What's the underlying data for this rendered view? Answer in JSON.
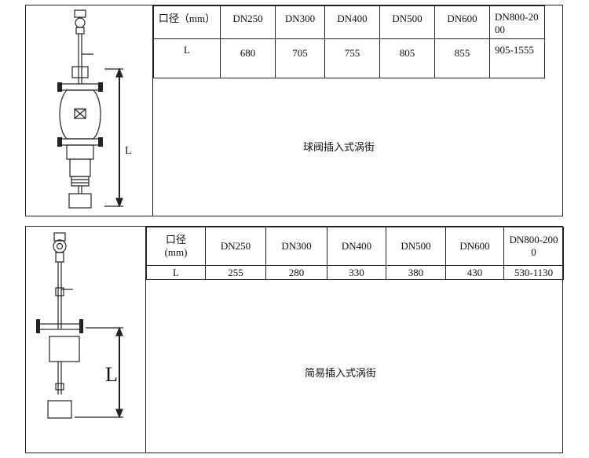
{
  "panel1": {
    "label_L": "L",
    "header": [
      "口径（mm）",
      "DN250",
      "DN300",
      "DN400",
      "DN500",
      "DN600",
      "DN800-2000"
    ],
    "row": [
      "L",
      "680",
      "705",
      "755",
      "805",
      "855",
      "905-1555"
    ],
    "caption": "球阀插入式涡街"
  },
  "panel2": {
    "label_L": "L",
    "header": [
      "口径\n(mm)",
      "DN250",
      "DN300",
      "DN400",
      "DN500",
      "DN600",
      "DN800-2000"
    ],
    "row": [
      "L",
      "255",
      "280",
      "330",
      "380",
      "430",
      "530-1130"
    ],
    "caption": "简易插入式涡街"
  }
}
